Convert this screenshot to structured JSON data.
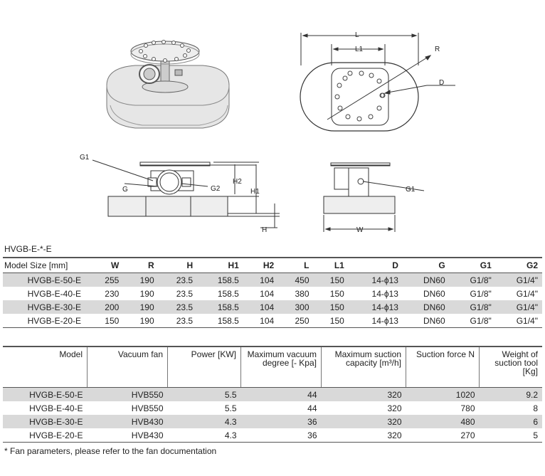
{
  "drawing_labels": {
    "L": "L",
    "L1": "L1",
    "R": "R",
    "D": "D",
    "G1_front": "G1",
    "G": "G",
    "G2": "G2",
    "H2": "H2",
    "H1": "H1",
    "H": "H",
    "G1_side": "G1",
    "W": "W"
  },
  "series_label": "HVGB-E-*-E",
  "spec_table": {
    "model_header": "Model   Size [mm]",
    "columns": [
      "W",
      "R",
      "H",
      "H1",
      "H2",
      "L",
      "L1",
      "D",
      "G",
      "G1",
      "G2"
    ],
    "rows": [
      {
        "model": "HVGB-E-50-E",
        "cells": [
          "255",
          "190",
          "23.5",
          "158.5",
          "104",
          "450",
          "150",
          "14-ϕ13",
          "DN60",
          "G1/8\"",
          "G1/4\""
        ]
      },
      {
        "model": "HVGB-E-40-E",
        "cells": [
          "230",
          "190",
          "23.5",
          "158.5",
          "104",
          "380",
          "150",
          "14-ϕ13",
          "DN60",
          "G1/8\"",
          "G1/4\""
        ]
      },
      {
        "model": "HVGB-E-30-E",
        "cells": [
          "200",
          "190",
          "23.5",
          "158.5",
          "104",
          "300",
          "150",
          "14-ϕ13",
          "DN60",
          "G1/8\"",
          "G1/4\""
        ]
      },
      {
        "model": "HVGB-E-20-E",
        "cells": [
          "150",
          "190",
          "23.5",
          "158.5",
          "104",
          "250",
          "150",
          "14-ϕ13",
          "DN60",
          "G1/8\"",
          "G1/4\""
        ]
      }
    ]
  },
  "fan_table": {
    "headers": {
      "model": "Model",
      "fan": "Vacuum fan",
      "power": "Power [KW]",
      "vacuum": "Maximum vacuum degree [- Kpa]",
      "capacity": "Maximum suction capacity [m³/h]",
      "force": "Suction force N",
      "weight": "Weight of suction tool [Kg]"
    },
    "rows": [
      {
        "model": "HVGB-E-50-E",
        "fan": "HVB550",
        "power": "5.5",
        "vacuum": "44",
        "capacity": "320",
        "force": "1020",
        "weight": "9.2"
      },
      {
        "model": "HVGB-E-40-E",
        "fan": "HVB550",
        "power": "5.5",
        "vacuum": "44",
        "capacity": "320",
        "force": "780",
        "weight": "8"
      },
      {
        "model": "HVGB-E-30-E",
        "fan": "HVB430",
        "power": "4.3",
        "vacuum": "36",
        "capacity": "320",
        "force": "480",
        "weight": "6"
      },
      {
        "model": "HVGB-E-20-E",
        "fan": "HVB430",
        "power": "4.3",
        "vacuum": "36",
        "capacity": "320",
        "force": "270",
        "weight": "5"
      }
    ]
  },
  "footnote": "* Fan parameters, please refer to the fan documentation"
}
